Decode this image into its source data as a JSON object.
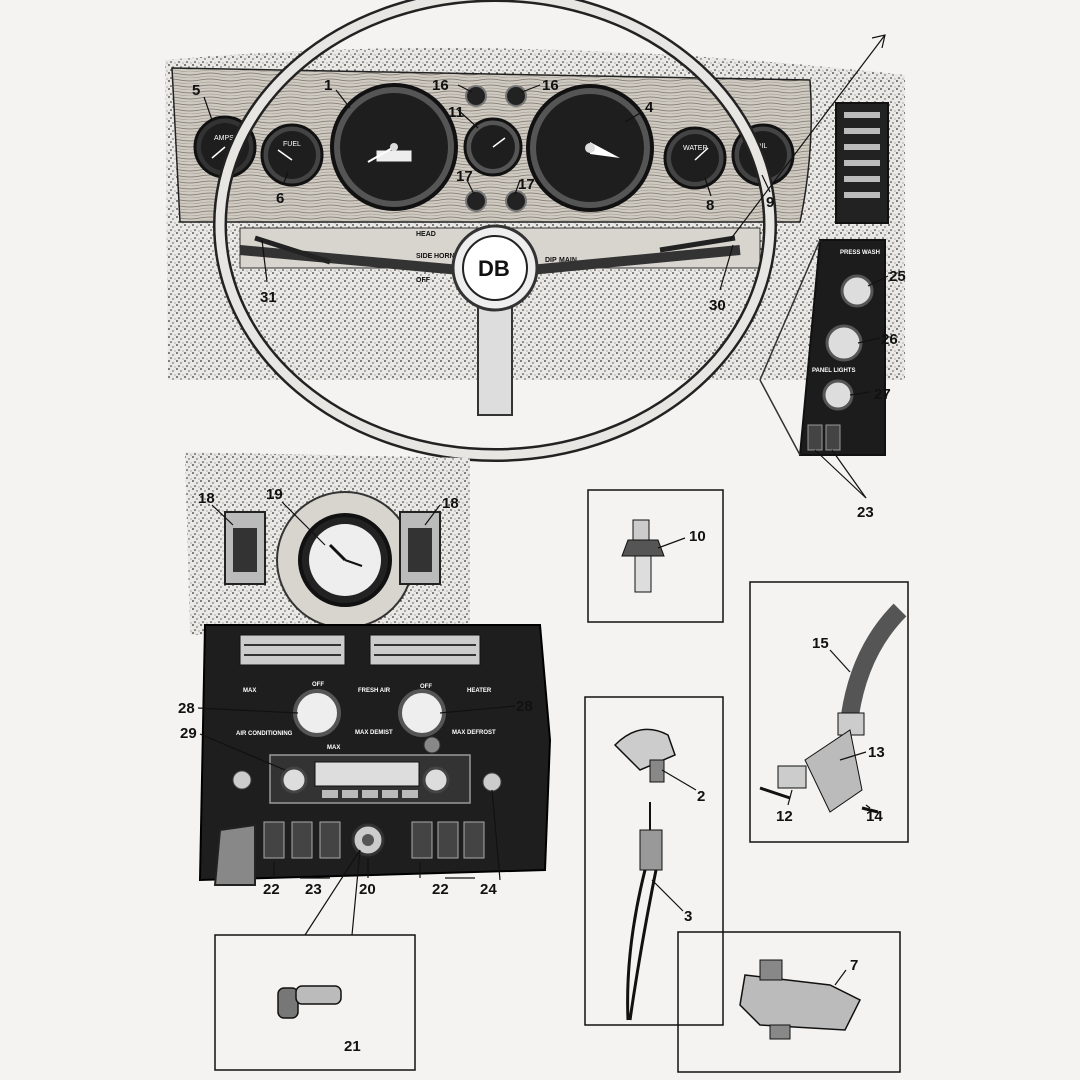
{
  "panel_texts": {
    "badge": "DB",
    "gauge_amps": "AMPS",
    "gauge_fuel": "FUEL",
    "gauge_water": "WATER",
    "gauge_oil": "OIL",
    "light_head": "HEAD",
    "light_side": "SIDE",
    "light_off": "OFF",
    "horn": "HORN",
    "dip": "DIP",
    "main": "MAIN",
    "press_wash": "PRESS WASH",
    "panel_lights": "PANEL LIGHTS",
    "max_left": "MAX",
    "off_left": "OFF",
    "air_conditioning": "AIR CONDITIONING",
    "fresh_air": "FRESH AIR",
    "off_right": "OFF",
    "heater": "HEATER",
    "max_demist": "MAX DEMIST",
    "max_defrost": "MAX DEFROST",
    "radio_max": "MAX"
  },
  "callouts": [
    {
      "id": "1",
      "label": "1"
    },
    {
      "id": "2",
      "label": "2"
    },
    {
      "id": "3",
      "label": "3"
    },
    {
      "id": "4",
      "label": "4"
    },
    {
      "id": "5",
      "label": "5"
    },
    {
      "id": "6",
      "label": "6"
    },
    {
      "id": "7",
      "label": "7"
    },
    {
      "id": "8",
      "label": "8"
    },
    {
      "id": "9",
      "label": "9"
    },
    {
      "id": "10",
      "label": "10"
    },
    {
      "id": "11",
      "label": "11"
    },
    {
      "id": "12",
      "label": "12"
    },
    {
      "id": "13",
      "label": "13"
    },
    {
      "id": "14",
      "label": "14"
    },
    {
      "id": "15",
      "label": "15"
    },
    {
      "id": "16a",
      "label": "16"
    },
    {
      "id": "16b",
      "label": "16"
    },
    {
      "id": "17a",
      "label": "17"
    },
    {
      "id": "17b",
      "label": "17"
    },
    {
      "id": "18a",
      "label": "18"
    },
    {
      "id": "18b",
      "label": "18"
    },
    {
      "id": "19",
      "label": "19"
    },
    {
      "id": "20",
      "label": "20"
    },
    {
      "id": "21",
      "label": "21"
    },
    {
      "id": "22a",
      "label": "22"
    },
    {
      "id": "22b",
      "label": "22"
    },
    {
      "id": "23a",
      "label": "23"
    },
    {
      "id": "23b",
      "label": "23"
    },
    {
      "id": "24",
      "label": "24"
    },
    {
      "id": "25",
      "label": "25"
    },
    {
      "id": "26",
      "label": "26"
    },
    {
      "id": "27",
      "label": "27"
    },
    {
      "id": "28a",
      "label": "28"
    },
    {
      "id": "28b",
      "label": "28"
    },
    {
      "id": "29",
      "label": "29"
    },
    {
      "id": "30",
      "label": "30"
    },
    {
      "id": "31",
      "label": "31"
    }
  ]
}
